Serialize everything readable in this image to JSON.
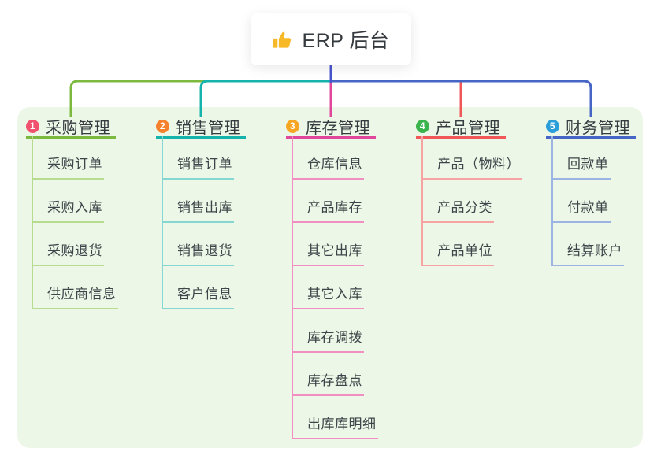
{
  "root": {
    "icon": "thumbs-up",
    "label": "ERP 后台"
  },
  "colors": {
    "panel_background": "#edf7e7",
    "stem_blue": "#4753cd",
    "trunk_blue": "#4566c4"
  },
  "branches": [
    {
      "index": "1",
      "label": "采购管理",
      "color": "#7cba3f",
      "light_color": "#b7dc8f",
      "badge_color": "#f1516d",
      "children": [
        "采购订单",
        "采购入库",
        "采购退货",
        "供应商信息"
      ]
    },
    {
      "index": "2",
      "label": "销售管理",
      "color": "#16b3ad",
      "light_color": "#86d7d1",
      "badge_color": "#f5812d",
      "children": [
        "销售订单",
        "销售出库",
        "销售退货",
        "客户信息"
      ]
    },
    {
      "index": "3",
      "label": "库存管理",
      "color": "#e04699",
      "light_color": "#f18fc3",
      "badge_color": "#f7a624",
      "children": [
        "仓库信息",
        "产品库存",
        "其它出库",
        "其它入库",
        "库存调拨",
        "库存盘点",
        "出库库明细"
      ]
    },
    {
      "index": "4",
      "label": "产品管理",
      "color": "#f15758",
      "light_color": "#f6a3a3",
      "badge_color": "#3bb44e",
      "children": [
        "产品（物料）",
        "产品分类",
        "产品单位"
      ]
    },
    {
      "index": "5",
      "label": "财务管理",
      "color": "#4566c4",
      "light_color": "#9cb4e4",
      "badge_color": "#2b9ed9",
      "children": [
        "回款单",
        "付款单",
        "结算账户"
      ]
    }
  ]
}
